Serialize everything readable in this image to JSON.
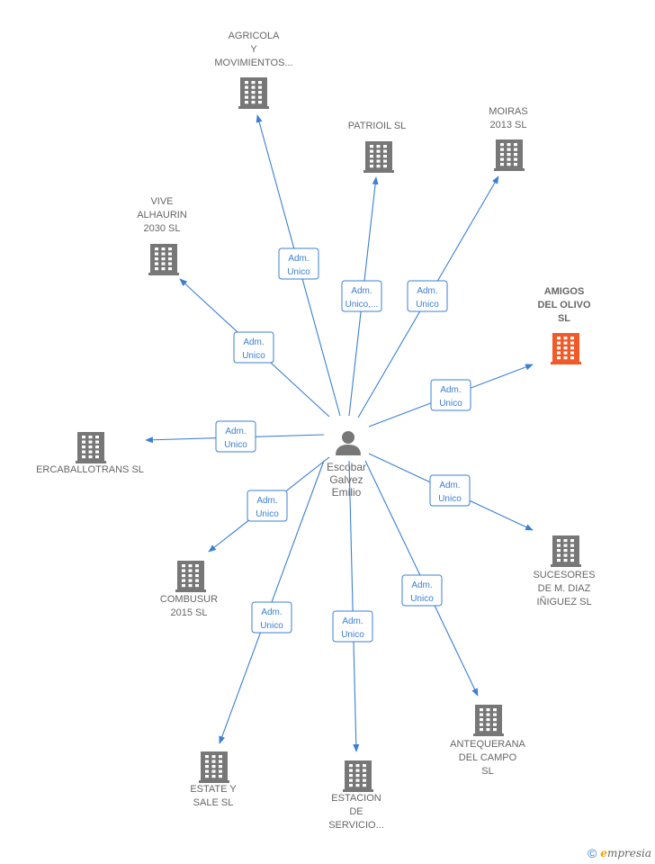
{
  "center": {
    "lines": [
      "Escobar",
      "Galvez",
      "Emilio"
    ],
    "icon": "person-icon"
  },
  "edge_label": [
    "Adm.",
    "Unico"
  ],
  "highlight_color": "#f05a28",
  "building_color": "#777777",
  "edge_color": "#3b7fd3",
  "companies": [
    {
      "id": "agricola",
      "lines": [
        "AGRICOLA",
        "Y",
        "MOVIMIENTOS..."
      ],
      "label": [
        "Adm.",
        "Unico"
      ]
    },
    {
      "id": "patrioil",
      "lines": [
        "PATRIOIL SL"
      ],
      "label": [
        "Adm.",
        "Unico,..."
      ]
    },
    {
      "id": "moiras",
      "lines": [
        "MOIRAS",
        "2013 SL"
      ],
      "label": [
        "Adm.",
        "Unico"
      ]
    },
    {
      "id": "vive",
      "lines": [
        "VIVE",
        "ALHAURIN",
        "2030  SL"
      ],
      "label": [
        "Adm.",
        "Unico"
      ]
    },
    {
      "id": "amigos",
      "lines": [
        "AMIGOS",
        "DEL OLIVO",
        "SL"
      ],
      "label": [
        "Adm.",
        "Unico"
      ],
      "highlight": true
    },
    {
      "id": "ercaballotrans",
      "lines": [
        "ERCABALLOTRANS SL"
      ],
      "label": [
        "Adm.",
        "Unico"
      ]
    },
    {
      "id": "sucesores",
      "lines": [
        "SUCESORES",
        "DE M.  DIAZ",
        "IÑIGUEZ SL"
      ],
      "label": [
        "Adm.",
        "Unico"
      ]
    },
    {
      "id": "combusur",
      "lines": [
        "COMBUSUR",
        "2015  SL"
      ],
      "label": [
        "Adm.",
        "Unico"
      ]
    },
    {
      "id": "antequerana",
      "lines": [
        "ANTEQUERANA",
        "DEL CAMPO",
        "SL"
      ],
      "label": [
        "Adm.",
        "Unico"
      ]
    },
    {
      "id": "estate",
      "lines": [
        "ESTATE Y",
        "SALE SL"
      ],
      "label": [
        "Adm.",
        "Unico"
      ]
    },
    {
      "id": "estacion",
      "lines": [
        "ESTACION",
        "DE",
        "SERVICIO..."
      ],
      "label": [
        "Adm.",
        "Unico"
      ]
    }
  ],
  "footer": {
    "symbol": "©",
    "brand_initial": "e",
    "brand_rest": "mpresia"
  }
}
